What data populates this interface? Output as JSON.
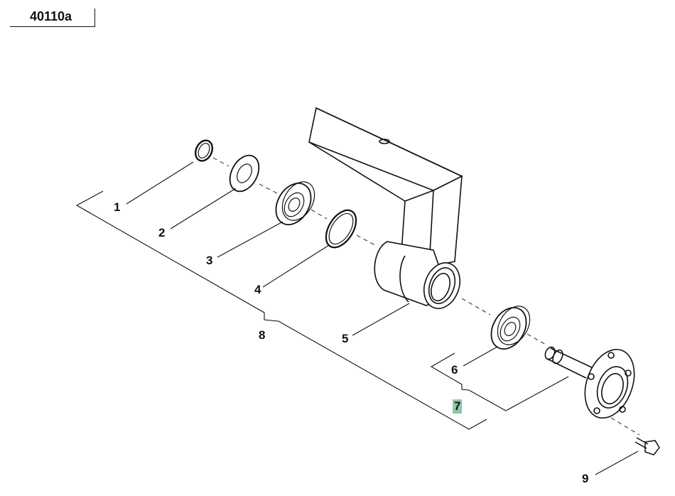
{
  "drawing": {
    "reference_code": "40110a"
  },
  "callouts": [
    {
      "id": "1",
      "label": "1"
    },
    {
      "id": "2",
      "label": "2"
    },
    {
      "id": "3",
      "label": "3"
    },
    {
      "id": "4",
      "label": "4"
    },
    {
      "id": "5",
      "label": "5"
    },
    {
      "id": "6",
      "label": "6"
    },
    {
      "id": "7",
      "label": "7",
      "highlighted": true
    },
    {
      "id": "8",
      "label": "8"
    },
    {
      "id": "9",
      "label": "9"
    }
  ],
  "colors": {
    "line": "#111111",
    "highlight": "#8fc7a7"
  }
}
